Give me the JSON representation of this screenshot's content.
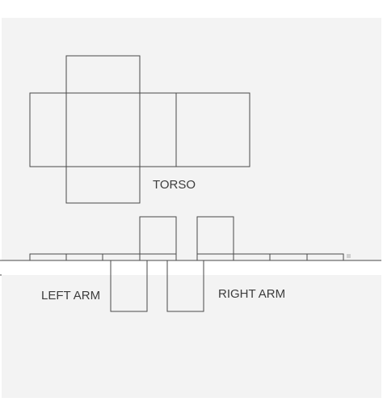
{
  "labels": {
    "torso": "TORSO",
    "left_arm": "LEFT ARM",
    "right_arm": "RIGHT ARM"
  },
  "colors": {
    "background": "#f3f3f3",
    "line": "#4a4a4a",
    "text": "#3c3c3c"
  }
}
